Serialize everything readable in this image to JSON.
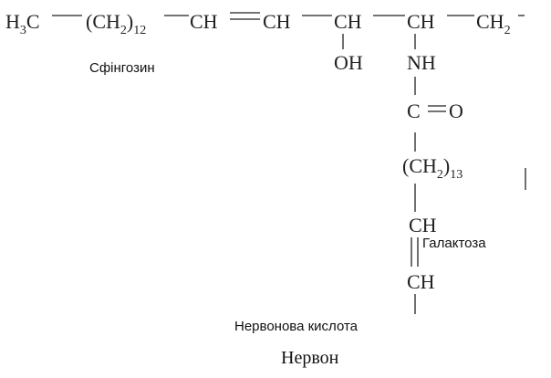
{
  "formula": {
    "backbone": {
      "h3c": {
        "main": "H",
        "sub": "3",
        "tail": "C"
      },
      "ch2_chain": {
        "main": "(CH",
        "sub": "2",
        "close": ")",
        "sub2": "12"
      },
      "ch_a": "CH",
      "ch_b": "CH",
      "ch_c": "CH",
      "ch_d": "CH",
      "ch2_end": {
        "main": "CH",
        "sub": "2"
      }
    },
    "oh": "OH",
    "nh": "NH",
    "carbonyl": {
      "c": "C",
      "o": "O"
    },
    "ch2_13": {
      "main": "(CH",
      "sub": "2",
      "close": ")",
      "sub2": "13"
    },
    "vinyl_top": "CH",
    "vinyl_bottom": "CH"
  },
  "labels": {
    "sphingosine": "Сфінгозин",
    "galactose": "Галактоза",
    "nervonic_acid": "Нервонова кислота",
    "title": "Нервон"
  },
  "colors": {
    "ink": "#222222",
    "background": "#ffffff"
  }
}
